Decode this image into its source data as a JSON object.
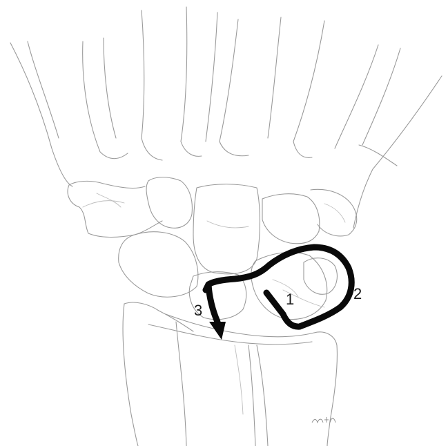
{
  "figure": {
    "subject": "wrist-carpal-bones-sketch",
    "labels": [
      {
        "id": "step-1",
        "text": "1"
      },
      {
        "id": "step-2",
        "text": "2"
      },
      {
        "id": "step-3",
        "text": "3"
      }
    ]
  },
  "colors": {
    "background": "#ffffff",
    "sketch_line": "#9a9a9a",
    "path": "#0a0a0a"
  }
}
